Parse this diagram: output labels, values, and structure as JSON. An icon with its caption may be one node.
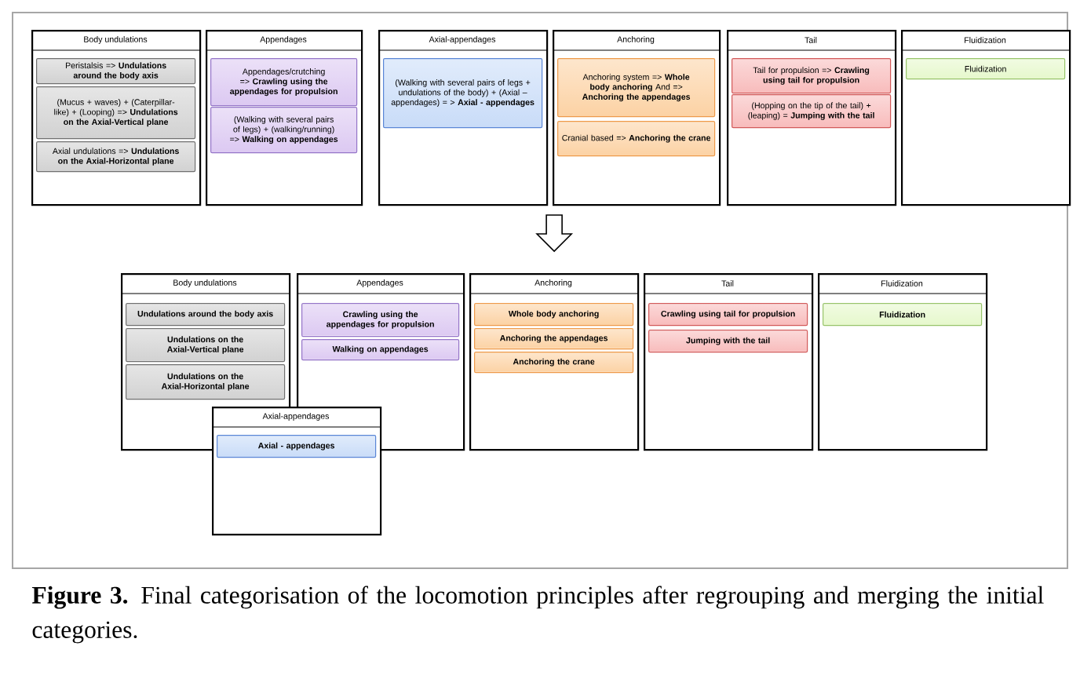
{
  "diagram": {
    "caption": "**Figure 3.** Final categorisation of the locomotion principles after regrouping and merging the initial categories.",
    "nodes": [
      {
        "text": [
          "Body undulations"
        ]
      },
      {
        "text": [
          "Peristalsis => **Undulations around the body axis**"
        ],
        "in": 0
      },
      {
        "text": [
          "(Mucus + waves) + (Caterpillar-like) + (Looping) => **Undulations on the Axial-Vertical plane**"
        ],
        "in": 0
      },
      {
        "text": [
          "Axial undulations => **Undulations on the Axial-Horizontal plane**"
        ],
        "in": 0
      },
      {
        "text": [
          "Appendages"
        ]
      },
      {
        "text": [
          "Appendages/crutching => **Crawling using the appendages for propulsion**"
        ],
        "in": 4
      },
      {
        "text": [
          "(Walking with several pairs of legs) + (walking/running) => **Walking on appendages**"
        ],
        "in": 4
      },
      {
        "text": [
          "Axial-appendages"
        ]
      },
      {
        "text": [
          "(Walking with several pairs of legs + undulations of the body) + (Axial – appendages) = > **Axial - appendages**"
        ],
        "in": 7
      },
      {
        "text": [
          "Anchoring"
        ]
      },
      {
        "text": [
          "Anchoring system => **Whole body anchoring** And => **Anchoring the appendages**"
        ],
        "in": 9
      },
      {
        "text": [
          "Cranial based => **Anchoring the crane**"
        ],
        "in": 9
      },
      {
        "text": [
          "Tail"
        ]
      },
      {
        "text": [
          "Tail for propulsion => **Crawling using tail for propulsion**"
        ],
        "in": 12
      },
      {
        "text": [
          "(Hopping on the tip of the tail) + (leaping) = **Jumping with the tail**"
        ],
        "in": 12
      },
      {
        "text": [
          "Fluidization"
        ]
      },
      {
        "text": [
          "Fluidization"
        ],
        "in": 15
      },
      {
        "text": [
          "Body undulations"
        ]
      },
      {
        "text": [
          "Undulations around the body axis"
        ],
        "in": 17
      },
      {
        "text": [
          "Undulations on the Axial-Vertical plane"
        ],
        "in": 17
      },
      {
        "text": [
          "Undulations on the Axial-Horizontal plane"
        ],
        "in": 17
      },
      {
        "text": [
          "Appendages"
        ]
      },
      {
        "text": [
          "Crawling using the appendages for propulsion"
        ],
        "in": 21
      },
      {
        "text": [
          "Walking on appendages"
        ],
        "in": 21
      },
      {
        "text": [
          "Anchoring"
        ]
      },
      {
        "text": [
          "Whole body anchoring"
        ],
        "in": 24
      },
      {
        "text": [
          "Anchoring the appendages"
        ],
        "in": 24
      },
      {
        "text": [
          "Anchoring the crane"
        ],
        "in": 24
      },
      {
        "text": [
          "Tail"
        ]
      },
      {
        "text": [
          "Crawling using tail for propulsion"
        ],
        "in": 28
      },
      {
        "text": [
          "Jumping with the tail"
        ],
        "in": 28
      },
      {
        "text": [
          "Fluidization"
        ]
      },
      {
        "text": [
          "Fluidization"
        ],
        "in": 31
      },
      {
        "text": [
          "Axial-appendages"
        ]
      },
      {
        "text": [
          "Axial - appendages"
        ],
        "in": 33
      }
    ],
    "edges": [
      {
        "from": null,
        "to": 24,
        "arrow": "to"
      }
    ]
  }
}
